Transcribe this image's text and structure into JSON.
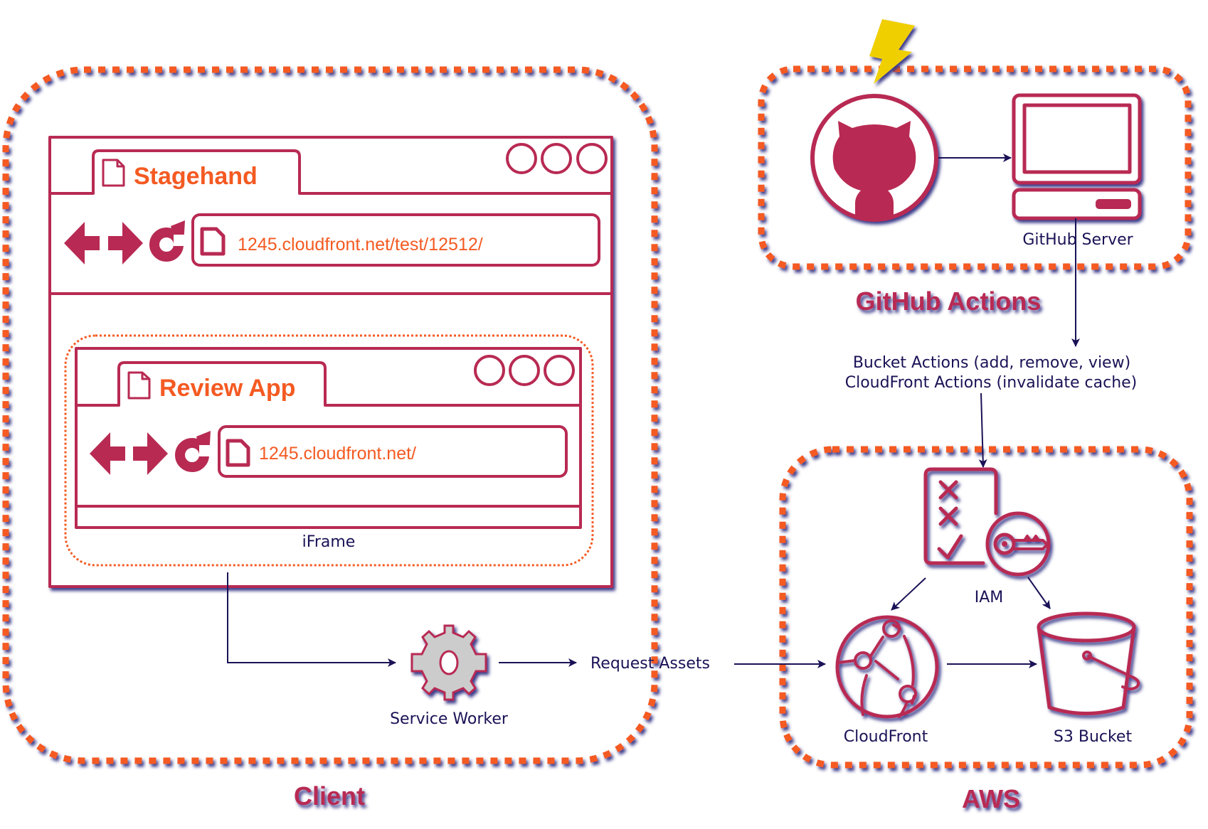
{
  "colors": {
    "accent": "#b82a52",
    "group_border": "#f45a22",
    "edge": "#1a1256",
    "lightning": "#f0cf00",
    "gear_fill": "#cccccc"
  },
  "groups": {
    "client": {
      "label": "Client"
    },
    "github_actions": {
      "label": "GitHub Actions"
    },
    "aws": {
      "label": "AWS"
    }
  },
  "stagehand_window": {
    "tab_title": "Stagehand",
    "url": "1245.cloudfront.net/test/12512/",
    "icons": [
      "back-arrow-icon",
      "forward-arrow-icon",
      "reload-icon",
      "document-icon"
    ]
  },
  "review_app_window": {
    "tab_title": "Review App",
    "url": "1245.cloudfront.net/",
    "container_label": "iFrame"
  },
  "nodes": {
    "service_worker": {
      "label": "Service Worker",
      "icon": "gear-icon"
    },
    "request_assets": {
      "label": "Request Assets"
    },
    "github": {
      "icon": "github-octocat-icon",
      "trigger_icon": "lightning-icon"
    },
    "github_server": {
      "label": "GitHub Server",
      "icon": "computer-icon"
    },
    "actions_note": {
      "line1": "Bucket Actions (add, remove, view)",
      "line2": "CloudFront Actions (invalidate cache)"
    },
    "iam": {
      "label": "IAM",
      "icon": "iam-policy-key-icon"
    },
    "cloudfront": {
      "label": "CloudFront",
      "icon": "cloudfront-globe-icon"
    },
    "s3": {
      "label": "S3 Bucket",
      "icon": "s3-bucket-icon"
    }
  },
  "edges": [
    {
      "from": "Review App (iFrame)",
      "to": "Service Worker"
    },
    {
      "from": "Service Worker",
      "to": "Request Assets"
    },
    {
      "from": "Request Assets",
      "to": "CloudFront"
    },
    {
      "from": "GitHub",
      "to": "GitHub Server"
    },
    {
      "from": "GitHub Server",
      "to": "Bucket/CloudFront Actions"
    },
    {
      "from": "Bucket/CloudFront Actions",
      "to": "IAM"
    },
    {
      "from": "IAM",
      "to": "CloudFront"
    },
    {
      "from": "IAM",
      "to": "S3 Bucket"
    },
    {
      "from": "CloudFront",
      "to": "S3 Bucket"
    }
  ]
}
